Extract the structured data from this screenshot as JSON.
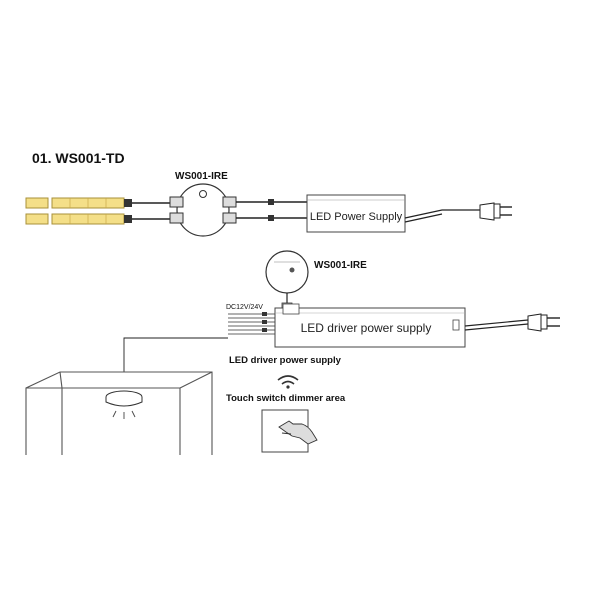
{
  "section_title": "01. WS001-TD",
  "sensor1_label": "WS001-IRE",
  "psu1_label": "LED Power Supply",
  "sensor2_label": "WS001-IRE",
  "voltage_label": "DC12V/24V",
  "psu2_label": "LED driver power supply",
  "caption_driver": "LED driver power supply",
  "caption_touch": "Touch switch dimmer area"
}
